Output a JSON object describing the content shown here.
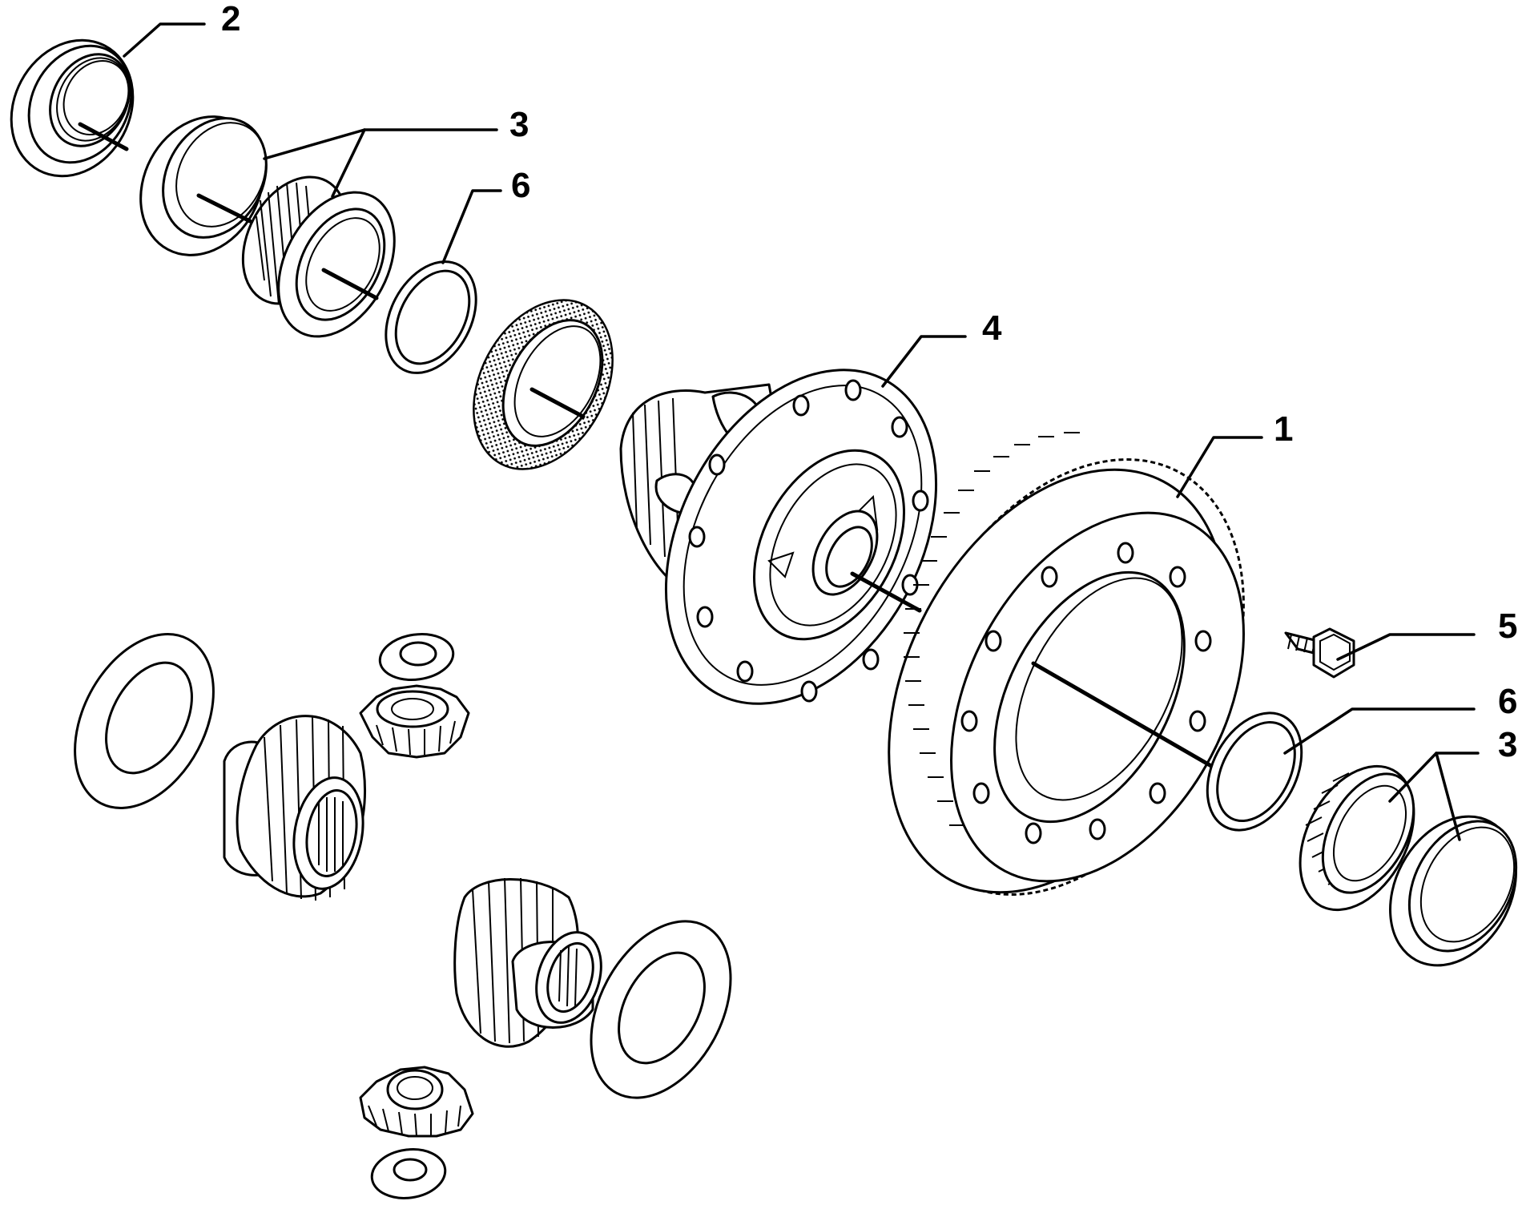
{
  "diagram": {
    "callouts": [
      {
        "id": "c2-top",
        "text": "2"
      },
      {
        "id": "c3-top",
        "text": "3"
      },
      {
        "id": "c6-top",
        "text": "6"
      },
      {
        "id": "c4",
        "text": "4"
      },
      {
        "id": "c1",
        "text": "1"
      },
      {
        "id": "c5",
        "text": "5"
      },
      {
        "id": "c6-right",
        "text": "6"
      },
      {
        "id": "c3-right",
        "text": "3"
      }
    ],
    "parts": [
      "oil-seal",
      "bearing-cup",
      "tapered-roller-bearing",
      "shim-ring",
      "speedometer-drive-ring",
      "differential-housing",
      "ring-gear",
      "bolt",
      "thrust-washer",
      "side-gear",
      "planet-pinion",
      "pinion-washer"
    ]
  }
}
